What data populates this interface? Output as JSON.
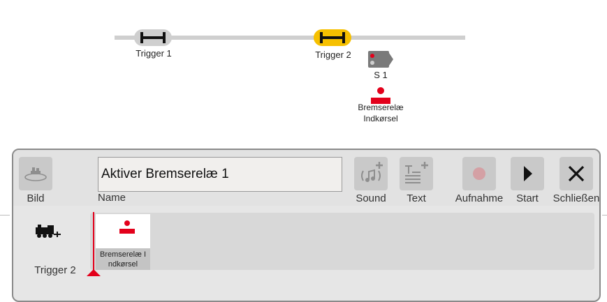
{
  "diagram": {
    "trigger1_label": "Trigger 1",
    "trigger2_label": "Trigger 2",
    "signal_label": "S 1",
    "brake_label_line1": "Bremserelæ",
    "brake_label_line2": "Indkørsel",
    "colors": {
      "track": "#cfcfcf",
      "active_trigger": "#f6c000",
      "brake_red": "#e3001b",
      "signal_body": "#7a7a7a"
    }
  },
  "toolbar": {
    "bild_label": "Bild",
    "name_value": "Aktiver Bremserelæ 1",
    "name_label": "Name",
    "sound_label": "Sound",
    "text_label": "Text",
    "aufnahme_label": "Aufnahme",
    "start_label": "Start",
    "schliessen_label": "Schließen"
  },
  "timeline": {
    "trigger_label": "Trigger 2",
    "events": [
      {
        "label_line1": "Bremserelæ I",
        "label_line2": "ndkørsel",
        "icon": "brake-relay-icon"
      }
    ]
  }
}
